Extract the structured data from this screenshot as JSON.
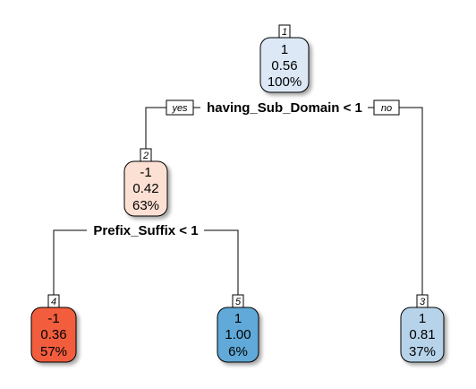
{
  "tree": {
    "split_labels": {
      "root": "having_Sub_Domain < 1",
      "left": "Prefix_Suffix < 1"
    },
    "branch_labels": {
      "yes": "yes",
      "no": "no"
    },
    "nodes": [
      {
        "id": "1",
        "class": "1",
        "prob": "0.56",
        "pct": "100%",
        "fill": "#dce8f6"
      },
      {
        "id": "2",
        "class": "-1",
        "prob": "0.42",
        "pct": "63%",
        "fill": "#fde0d4"
      },
      {
        "id": "3",
        "class": "1",
        "prob": "0.81",
        "pct": "37%",
        "fill": "#b6d3ea"
      },
      {
        "id": "4",
        "class": "-1",
        "prob": "0.36",
        "pct": "57%",
        "fill": "#f25d3d"
      },
      {
        "id": "5",
        "class": "1",
        "prob": "1.00",
        "pct": "6%",
        "fill": "#61a9d8"
      }
    ]
  }
}
